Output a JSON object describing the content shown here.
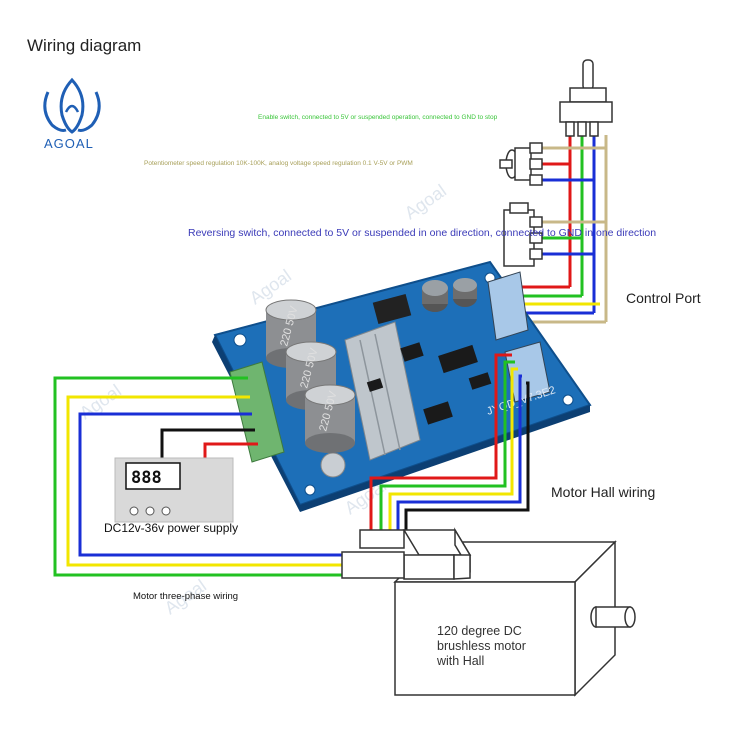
{
  "title": "Wiring diagram",
  "logo": {
    "text": "AGOAL"
  },
  "watermark": "Agoal",
  "annotations": {
    "enable_switch": "Enable switch, connected to 5V or suspended operation, connected to GND to stop",
    "potentiometer": "Potentiometer speed regulation 10K-100K, analog voltage speed regulation 0.1 V-5V or PWM",
    "reversing_switch": "Reversing switch, connected to 5V or suspended in one direction, connected to GND in one direction",
    "control_port": "Control Port",
    "motor_hall_wiring": "Motor Hall wiring",
    "power_supply": "DC12v-36v power supply",
    "three_phase": "Motor three-phase wiring"
  },
  "power_supply_display": "888",
  "board_markings": "JYQD_V7.3E2",
  "capacitor_marking": "220 50V",
  "motor": {
    "line1": "120 degree DC",
    "line2": "brushless motor",
    "line3": "with Hall"
  },
  "colors": {
    "green": "#22c122",
    "yellow": "#f2e600",
    "blue": "#1a2fd6",
    "red": "#e01818",
    "black": "#111111",
    "tan": "#c8b888",
    "board": "#1d6fb8",
    "annotation_green": "#39c539",
    "annotation_olive": "#a8a05a",
    "annotation_blue": "#3a3ab8"
  }
}
